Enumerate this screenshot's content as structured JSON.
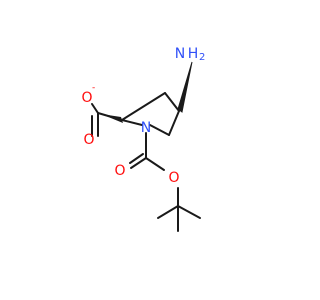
{
  "molecule": {
    "atoms": {
      "amine_n": {
        "label": "N",
        "subscript": "H",
        "subscript2": "2",
        "color": "#3050f8"
      },
      "ring_n": {
        "label": "N",
        "color": "#3050f8"
      },
      "carboxylate_o_minus": {
        "label": "O",
        "charge": "-",
        "color": "#ff0d0d"
      },
      "carboxylate_o_double": {
        "label": "O",
        "color": "#ff0d0d"
      },
      "boc_o_double": {
        "label": "O",
        "color": "#ff0d0d"
      },
      "boc_o_ester": {
        "label": "O",
        "color": "#ff0d0d"
      }
    },
    "bond_color": "#1a1a1a"
  }
}
